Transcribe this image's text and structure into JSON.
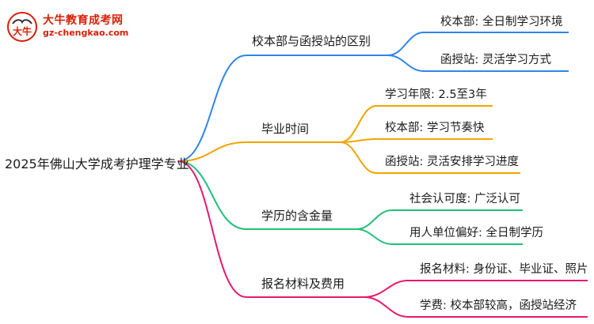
{
  "logo": {
    "title": "大牛教育成考网",
    "url": "gz-chengkao.com",
    "badge_text": "大牛"
  },
  "mindmap": {
    "root": "2025年佛山大学成考护理学专业",
    "branches": [
      {
        "label": "校本部与函授站的区别",
        "color": "#2e86e8",
        "leaves": [
          "校本部: 全日制学习环境",
          "函授站: 灵活学习方式"
        ]
      },
      {
        "label": "毕业时间",
        "color": "#f0a500",
        "leaves": [
          "学习年限: 2.5至3年",
          "校本部: 学习节奏快",
          "函授站: 灵活安排学习进度"
        ]
      },
      {
        "label": "学历的含金量",
        "color": "#22c07a",
        "leaves": [
          "社会认可度: 广泛认可",
          "用人单位偏好: 全日制学历"
        ]
      },
      {
        "label": "报名材料及费用",
        "color": "#e8186e",
        "leaves": [
          "报名材料: 身份证、毕业证、照片",
          "学费: 校本部较高，函授站经济"
        ]
      }
    ]
  }
}
